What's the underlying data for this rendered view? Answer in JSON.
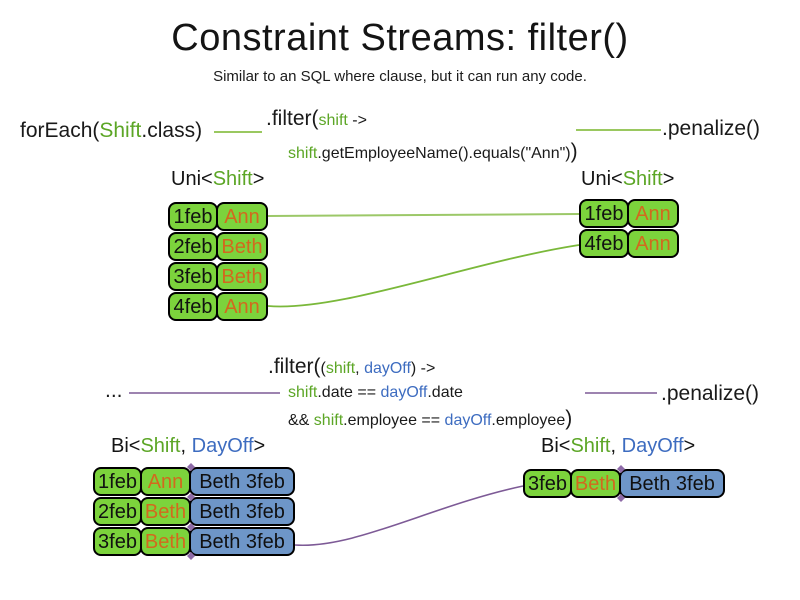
{
  "slide": {
    "title": "Constraint Streams: filter()",
    "subtitle": "Similar to an SQL where clause, but it can run any code."
  },
  "colors": {
    "green_text": "#5CA626",
    "blue_text": "#3D6CC0",
    "orange_text": "#D2691E",
    "cell_green": "#7CD33C",
    "cell_blue": "#6E96C8",
    "line_green": "#8CC04A",
    "line_purple": "#7D5A96",
    "border": "#000000"
  },
  "uni_flow": {
    "foreach_pre": "forEach(",
    "foreach_type": "Shift",
    "foreach_post": ".class)",
    "filter_head": ".filter(",
    "filter_param": "shift",
    "filter_arrow": " ->",
    "filter_body_param": "shift",
    "filter_body": ".getEmployeeName().equals(\"Ann\")",
    "filter_close": ")",
    "penalize": ".penalize()",
    "left_heading": {
      "pre": "Uni<",
      "type": "Shift",
      "post": ">"
    },
    "right_heading": {
      "pre": "Uni<",
      "type": "Shift",
      "post": ">"
    },
    "left_rows": [
      {
        "date": "1feb",
        "employee": "Ann"
      },
      {
        "date": "2feb",
        "employee": "Beth"
      },
      {
        "date": "3feb",
        "employee": "Beth"
      },
      {
        "date": "4feb",
        "employee": "Ann"
      }
    ],
    "right_rows": [
      {
        "date": "1feb",
        "employee": "Ann"
      },
      {
        "date": "4feb",
        "employee": "Ann"
      }
    ]
  },
  "bi_flow": {
    "ellipsis": "...",
    "filter_head": ".filter(",
    "params_open": "(",
    "param1": "shift",
    "params_comma": ", ",
    "param2": "dayOff",
    "params_close": ")",
    "arrow": " ->",
    "cond1_param1": "shift",
    "cond1_mid": ".date == ",
    "cond1_param2": "dayOff",
    "cond1_end": ".date",
    "cond2_pre": "&& ",
    "cond2_param1": "shift",
    "cond2_mid": ".employee == ",
    "cond2_param2": "dayOff",
    "cond2_end": ".employee",
    "filter_close": ")",
    "penalize": ".penalize()",
    "left_heading": {
      "pre": "Bi<",
      "type1": "Shift",
      "comma": ", ",
      "type2": "DayOff",
      "post": ">"
    },
    "right_heading": {
      "pre": "Bi<",
      "type1": "Shift",
      "comma": ", ",
      "type2": "DayOff",
      "post": ">"
    },
    "left_rows": [
      {
        "date": "1feb",
        "employee": "Ann",
        "pair": "Beth 3feb"
      },
      {
        "date": "2feb",
        "employee": "Beth",
        "pair": "Beth 3feb"
      },
      {
        "date": "3feb",
        "employee": "Beth",
        "pair": "Beth 3feb"
      }
    ],
    "right_rows": [
      {
        "date": "3feb",
        "employee": "Beth",
        "pair": "Beth 3feb"
      }
    ]
  }
}
